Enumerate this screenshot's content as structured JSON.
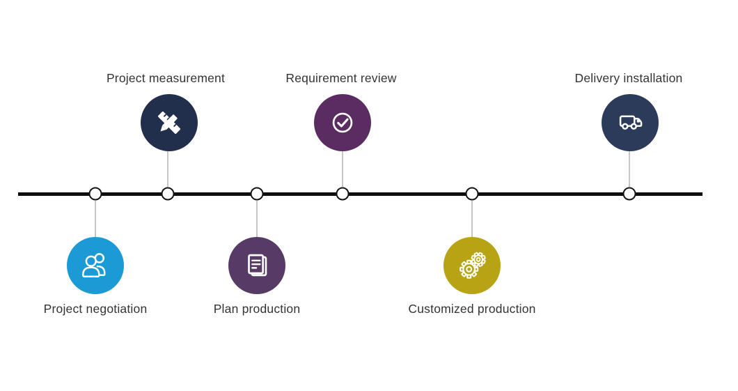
{
  "timeline": {
    "line_color": "#0d0d0d",
    "node_fill": "#ffffff",
    "node_stroke": "#141414",
    "connector_color": "#8c8c8c",
    "label_color": "#333333",
    "steps": [
      {
        "label": "Project negotiation",
        "color": "#1c9ad6",
        "icon": "people-icon",
        "position": "below"
      },
      {
        "label": "Project measurement",
        "color": "#212e4c",
        "icon": "ruler-pencil-icon",
        "position": "above"
      },
      {
        "label": "Plan production",
        "color": "#573a66",
        "icon": "document-icon",
        "position": "below"
      },
      {
        "label": "Requirement review",
        "color": "#5b2c61",
        "icon": "check-icon",
        "position": "above"
      },
      {
        "label": "Customized production",
        "color": "#b7a314",
        "icon": "gears-icon",
        "position": "below"
      },
      {
        "label": "Delivery installation",
        "color": "#2c3b59",
        "icon": "truck-icon",
        "position": "above"
      }
    ]
  }
}
